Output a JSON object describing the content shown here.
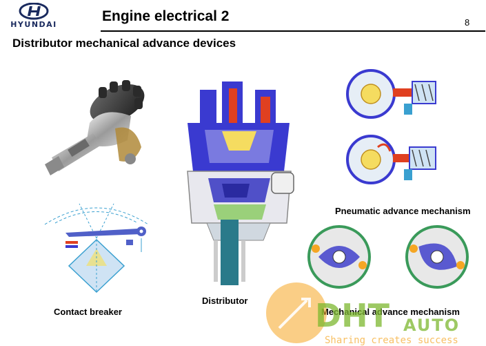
{
  "header": {
    "brand": "HYUNDAI",
    "title": "Engine electrical 2",
    "page_number": "8"
  },
  "subtitle": "Distributor mechanical advance devices",
  "captions": {
    "contact_breaker": "Contact breaker",
    "distributor": "Distributor",
    "pneumatic": "Pneumatic advance mechanism",
    "mechanical": "Mechanical advance mechanism"
  },
  "watermark": {
    "brand": "DHT AUTO",
    "tagline": "Sharing creates success"
  },
  "colors": {
    "brand_navy": "#1a2a5e",
    "diagram_blue": "#3a3ad0",
    "diagram_light_blue": "#cfe3f4",
    "diagram_red": "#e04020",
    "diagram_green": "#9ad07a",
    "watermark_orange": "#f5a623",
    "watermark_green": "#7db82f"
  }
}
